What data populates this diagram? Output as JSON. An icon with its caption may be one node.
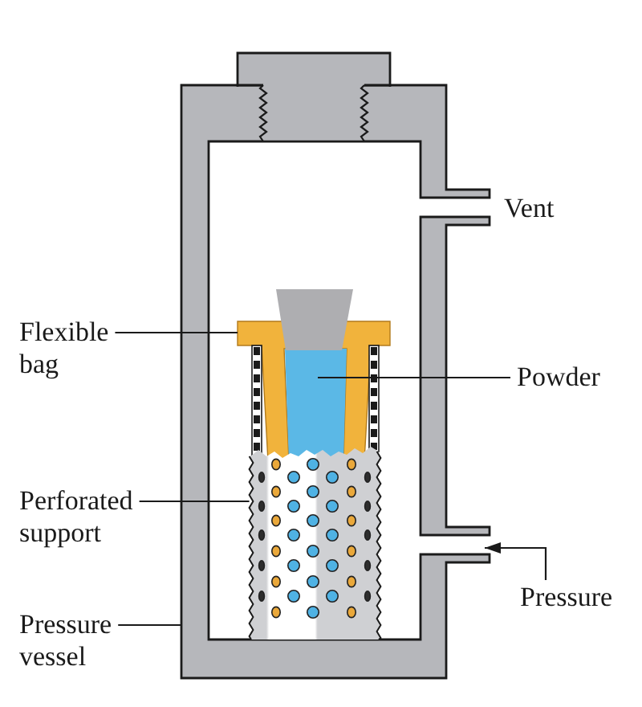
{
  "diagram": {
    "nodes": [
      {
        "text": [],
        "shape": "picture"
      },
      {
        "text": [
          "Flexible bag"
        ]
      },
      {
        "text": [],
        "shape": "picture",
        "in": 0
      },
      {
        "text": [],
        "shape": "picture",
        "in": 2
      },
      {
        "text": [
          "Powder"
        ]
      },
      {
        "text": [
          "Perforated support"
        ]
      },
      {
        "text": [],
        "shape": "picture",
        "in": 0
      },
      {
        "text": [
          "Pressure"
        ]
      },
      {
        "text": [
          "Pressure vessel"
        ]
      }
    ],
    "edges": [
      {
        "from": 1,
        "to": 2,
        "arrow": "none"
      },
      {
        "from": 4,
        "to": 3,
        "arrow": "none"
      },
      {
        "from": 5,
        "to": 6,
        "arrow": "none"
      },
      {
        "from": 7,
        "to": 0,
        "arrow": "to"
      },
      {
        "from": 8,
        "to": 0,
        "arrow": "none"
      }
    ],
    "labels": [
      "Vent"
    ]
  }
}
